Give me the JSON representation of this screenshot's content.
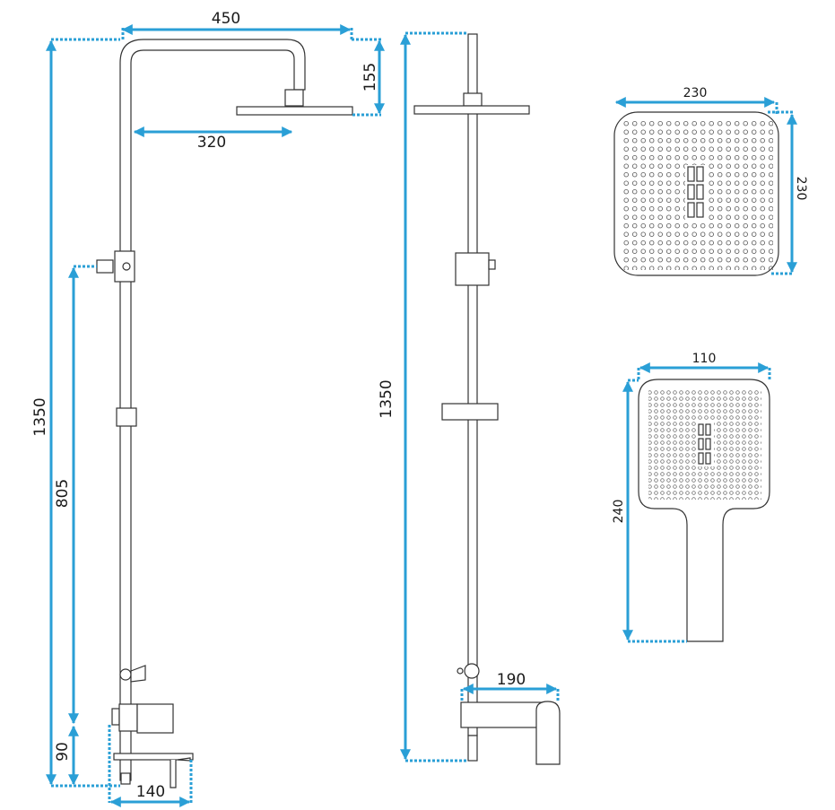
{
  "title": "Shower set technical drawing",
  "accent_color": "#2a9fd6",
  "dimensions": {
    "side_width": "450",
    "head_height": "155",
    "arm_length": "320",
    "side_total_height": "1350",
    "holder_height": "805",
    "mixer_height": "90",
    "mixer_depth": "140",
    "front_total_height": "1350",
    "spout_length": "190",
    "head_width": "230",
    "head_depth": "230",
    "hand_width": "110",
    "hand_length": "240"
  }
}
